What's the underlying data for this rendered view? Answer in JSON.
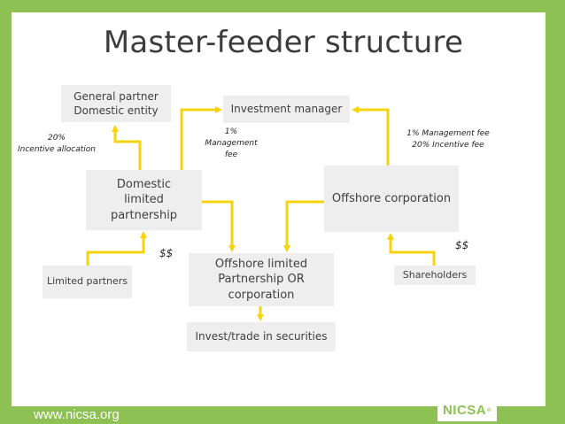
{
  "title": "Master-feeder structure",
  "boxes": {
    "general_partner": "General partner\nDomestic entity",
    "investment_manager": "Investment manager",
    "domestic_lp": "Domestic\nlimited\npartnership",
    "offshore_corporation": "Offshore corporation",
    "offshore_limited": "Offshore limited\nPartnership OR\ncorporation",
    "limited_partners": "Limited partners",
    "shareholders": "Shareholders",
    "invest_trade": "Invest/trade in securities"
  },
  "notes": {
    "incentive_allocation": "20%\nIncentive allocation",
    "management_fee_left": "1%\nManagement\nfee",
    "management_fee_right": "1% Management fee\n20% Incentive fee",
    "dollars_left": "$$",
    "dollars_right": "$$"
  },
  "footer": {
    "url": "www.nicsa.org",
    "logo_text": "NICSA",
    "logo_mark": "®"
  },
  "colors": {
    "background": "#8dc153",
    "arrow": "#f5d40f",
    "box": "#eeeeee"
  }
}
